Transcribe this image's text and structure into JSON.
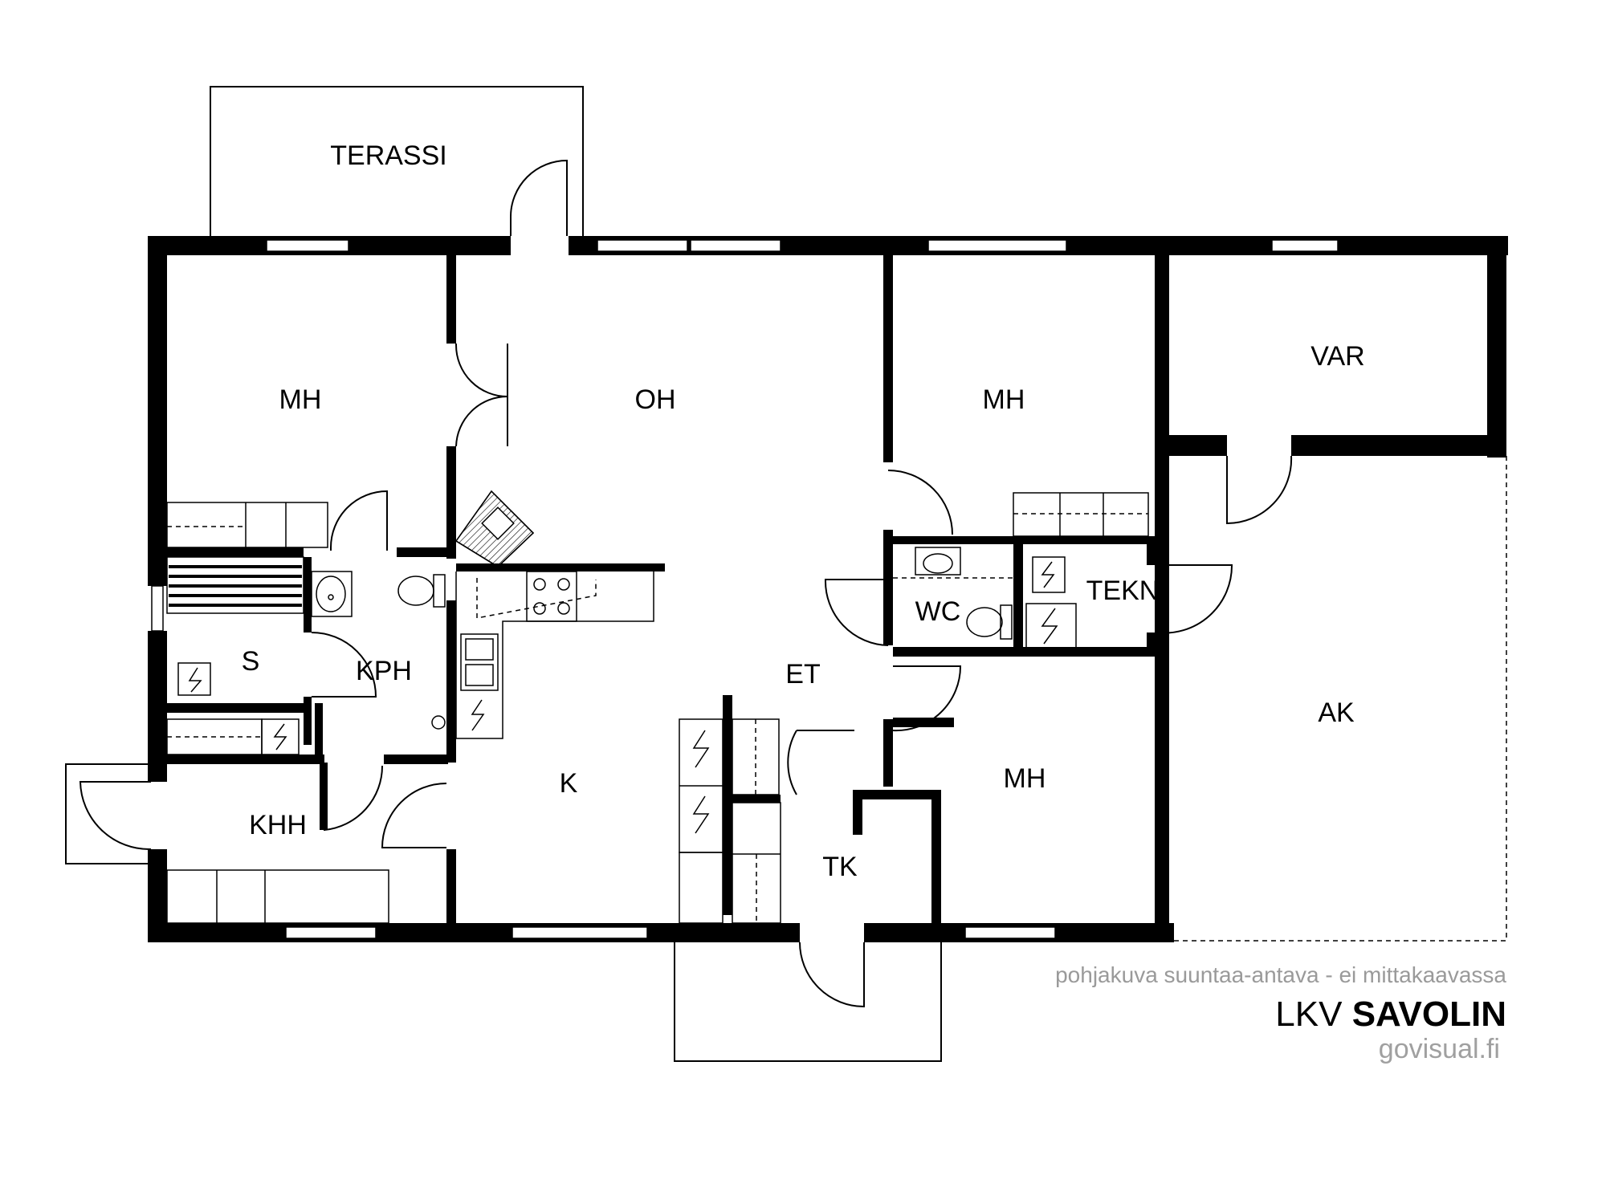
{
  "rooms": {
    "terassi": "TERASSI",
    "mh_left": "MH",
    "oh": "OH",
    "mh_center": "MH",
    "var": "VAR",
    "s": "S",
    "kph": "KPH",
    "wc": "WC",
    "tekn": "TEKN",
    "et": "ET",
    "khh": "KHH",
    "k": "K",
    "tk": "TK",
    "mh_bottom": "MH",
    "ak": "AK"
  },
  "footer": {
    "note": "pohjakuva suuntaa-antava - ei mittakaavassa",
    "brand_prefix": "LKV ",
    "brand_name": "SAVOLIN",
    "site": "govisual.fi"
  },
  "icons": [
    "electric-panel-icon",
    "toilet-icon",
    "sink-icon",
    "stove-icon",
    "door-swing-icon",
    "window-icon"
  ]
}
